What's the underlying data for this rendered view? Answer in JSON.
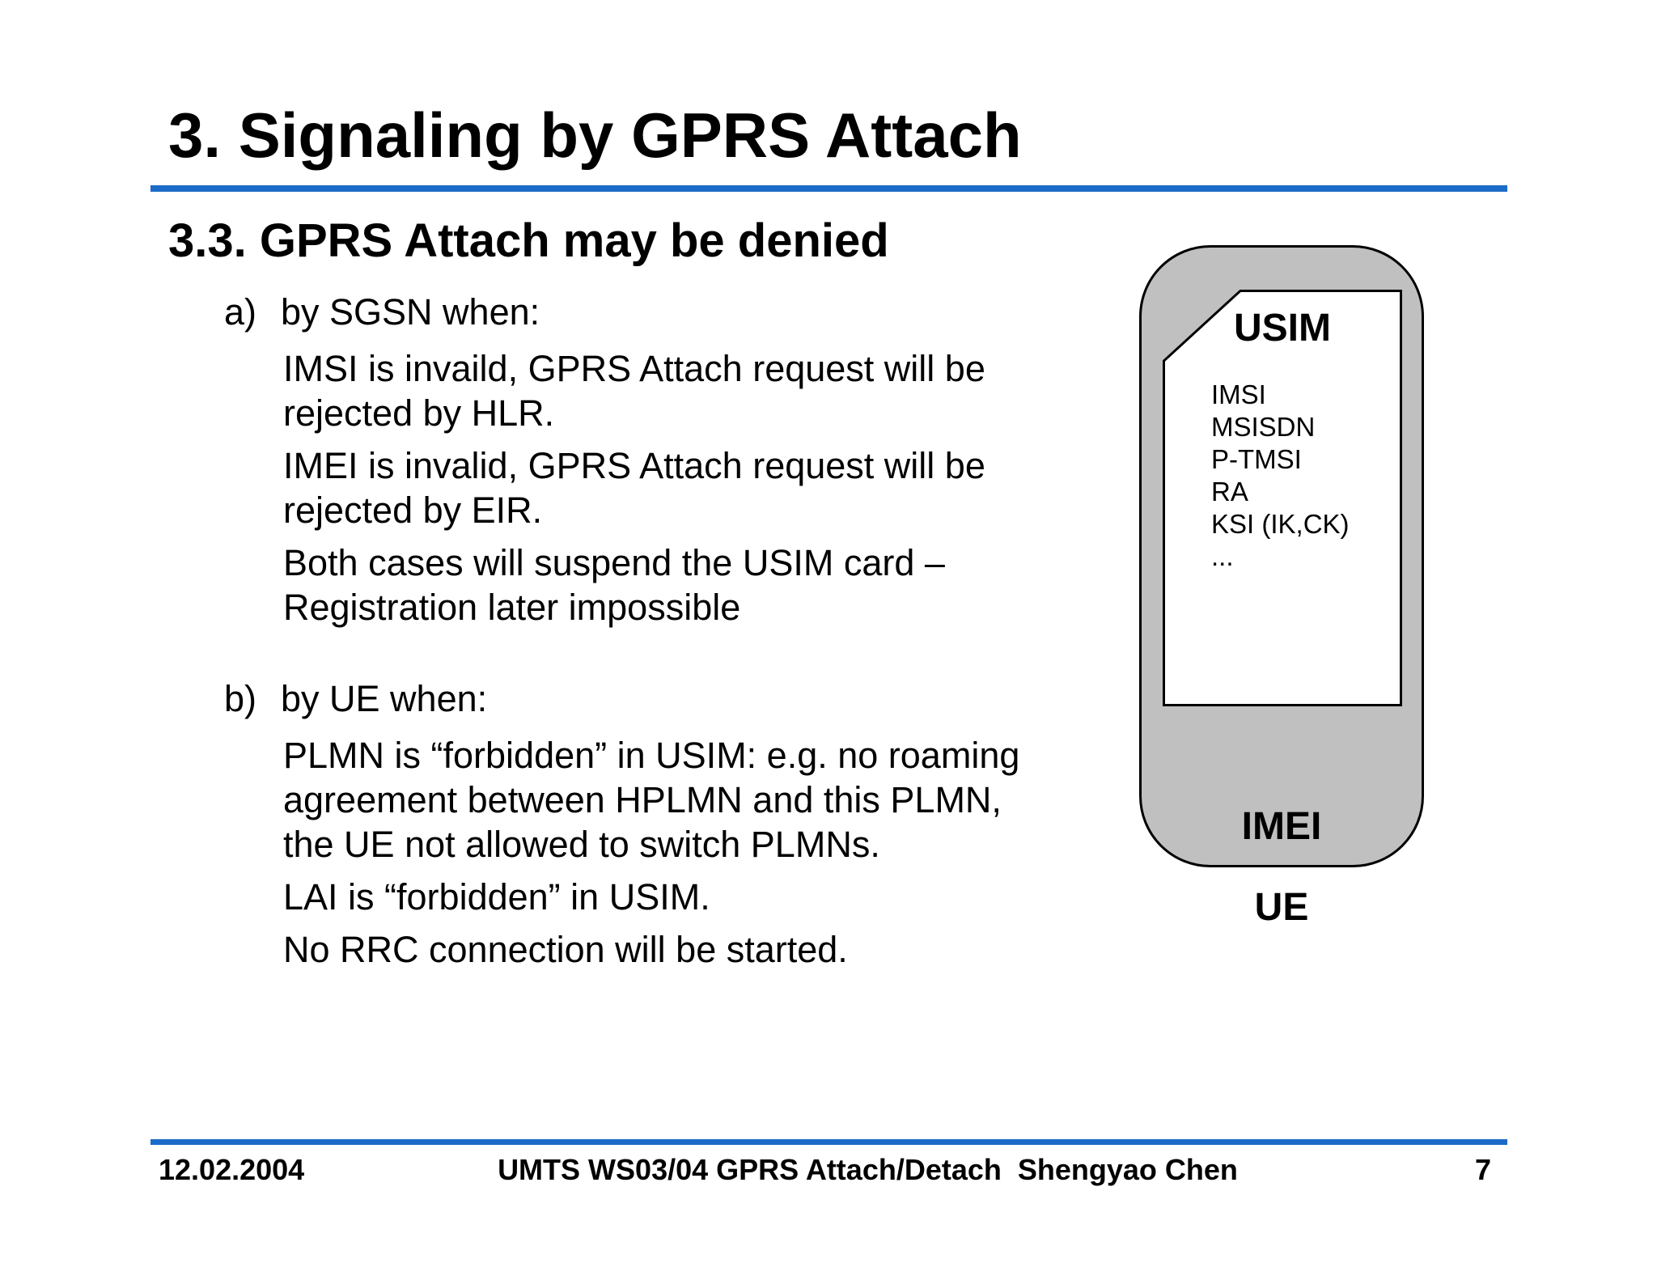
{
  "title": "3. Signaling by GPRS Attach",
  "section_heading": "3.3. GPRS Attach may be denied",
  "outline": [
    {
      "marker": "a)",
      "heading": "by SGSN when:",
      "paragraphs": [
        [
          "IMSI is invaild, GPRS Attach request will be",
          "rejected by HLR."
        ],
        [
          "IMEI is invalid, GPRS Attach request will be",
          "rejected by EIR."
        ],
        [
          "Both cases will suspend the USIM card –",
          "Registration later impossible"
        ]
      ]
    },
    {
      "marker": "b)",
      "heading": "by UE when:",
      "paragraphs": [
        [
          "PLMN is “forbidden” in USIM: e.g. no roaming",
          "agreement between HPLMN and this PLMN,",
          "the UE not allowed to switch PLMNs."
        ],
        [
          "LAI is “forbidden” in USIM."
        ],
        [
          "No RRC connection will be started."
        ]
      ]
    }
  ],
  "diagram": {
    "usim_label": "USIM",
    "usim_items": [
      "IMSI",
      "MSISDN",
      "P-TMSI",
      "RA",
      "KSI (IK,CK)",
      "..."
    ],
    "imei_label": "IMEI",
    "ue_label": "UE"
  },
  "footer": {
    "date": "12.02.2004",
    "center": "UMTS WS03/04 GPRS Attach/Detach  Shengyao Chen",
    "page": "7"
  },
  "colors": {
    "rule_blue": "#1b6bc8",
    "phone_gray": "#c0c0c0"
  }
}
